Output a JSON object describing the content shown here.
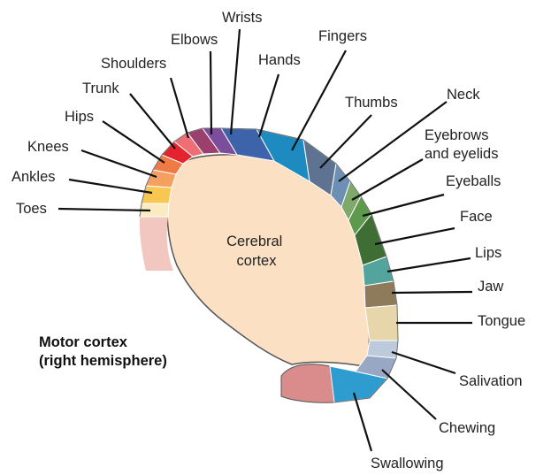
{
  "title_lines": [
    "Motor cortex",
    "(right hemisphere)"
  ],
  "center_label_lines": [
    "Cerebral",
    "cortex"
  ],
  "regions": [
    {
      "name": "Toes",
      "color": "#FBEBC0"
    },
    {
      "name": "Ankles",
      "color": "#F7C752"
    },
    {
      "name": "Knees",
      "color": "#F5A060"
    },
    {
      "name": "Hips",
      "color": "#EE7A45"
    },
    {
      "name": "Trunk",
      "color": "#E3232E"
    },
    {
      "name": "Shoulders",
      "color": "#EE6E75"
    },
    {
      "name": "Elbows",
      "color": "#9B3F6E"
    },
    {
      "name": "Wrists",
      "color": "#7B4D9A"
    },
    {
      "name": "Hands",
      "color": "#3D63AA"
    },
    {
      "name": "Fingers",
      "color": "#1E8BC0"
    },
    {
      "name": "Thumbs",
      "color": "#5E7392"
    },
    {
      "name": "Neck",
      "color": "#6D8FB3"
    },
    {
      "name": "Eyebrows and eyelids",
      "label_lines": [
        "Eyebrows",
        "and eyelids"
      ],
      "color": "#7EA96B"
    },
    {
      "name": "Eyeballs",
      "color": "#5D9A4E"
    },
    {
      "name": "Face",
      "color": "#3E6E33"
    },
    {
      "name": "Lips",
      "color": "#53A49D"
    },
    {
      "name": "Jaw",
      "color": "#8E7B5C"
    },
    {
      "name": "Tongue",
      "color": "#E6D6AA"
    },
    {
      "name": "Salivation",
      "color": "#BCCADC"
    },
    {
      "name": "Chewing",
      "color": "#98A8C4"
    },
    {
      "name": "Swallowing",
      "color": "#2E9CCF"
    }
  ],
  "colors": {
    "cortex_fill": "#FCE0C4",
    "lower_strip": "#F2C7C0",
    "bottom_cap": "#DA8C8C"
  }
}
